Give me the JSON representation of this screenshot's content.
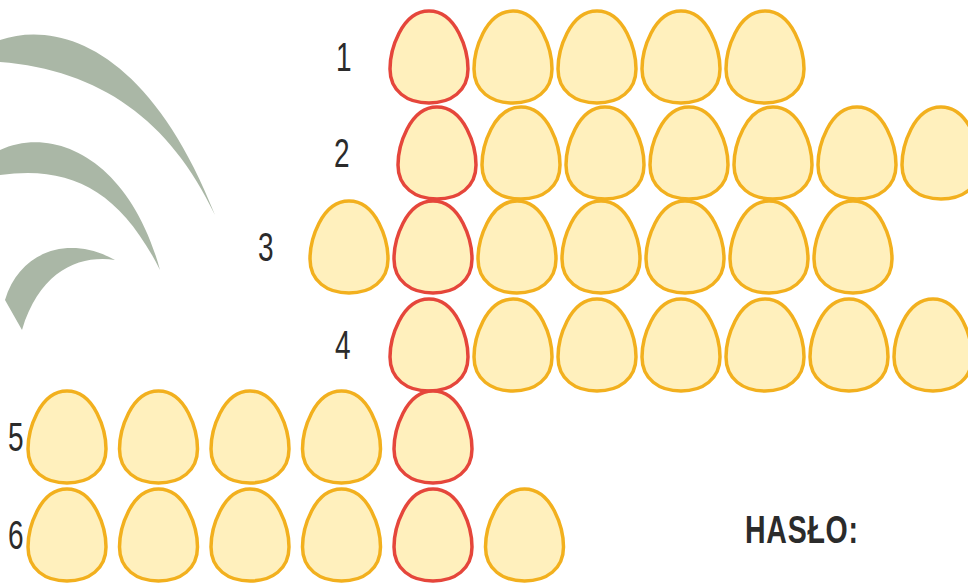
{
  "diagram": {
    "labels": [
      "1",
      "2",
      "3",
      "4",
      "5",
      "6",
      "HASŁO:"
    ]
  }
}
